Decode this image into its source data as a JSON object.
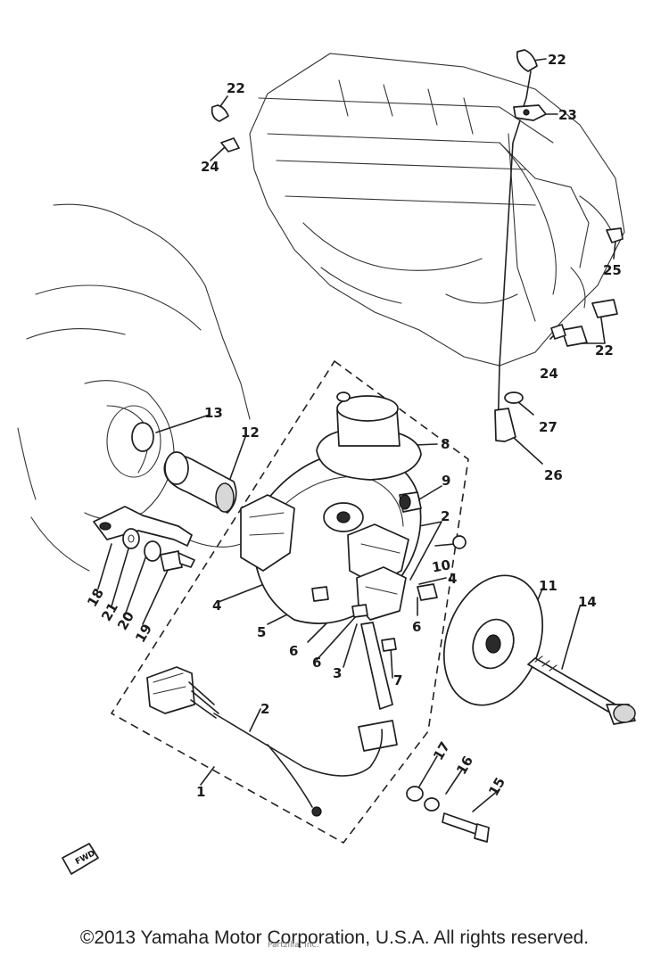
{
  "callouts": {
    "c1": "1",
    "c2a": "2",
    "c2b": "2",
    "c3": "3",
    "c4a": "4",
    "c4b": "4",
    "c5": "5",
    "c6a": "6",
    "c6b": "6",
    "c6c": "6",
    "c7": "7",
    "c8": "8",
    "c9": "9",
    "c10": "10",
    "c11": "11",
    "c12": "12",
    "c13": "13",
    "c14": "14",
    "c15": "15",
    "c16": "16",
    "c17": "17",
    "c18": "18",
    "c19": "19",
    "c20": "20",
    "c21": "21",
    "c22a": "22",
    "c22b": "22",
    "c22c": "22",
    "c23": "23",
    "c24a": "24",
    "c24b": "24",
    "c25": "25",
    "c26": "26",
    "c27": "27"
  },
  "badge": "FWD",
  "footer": {
    "copyright": "©2013 Yamaha Motor Corporation, U.S.A. All rights reserved.",
    "watermark": "Partzilla, Inc."
  }
}
